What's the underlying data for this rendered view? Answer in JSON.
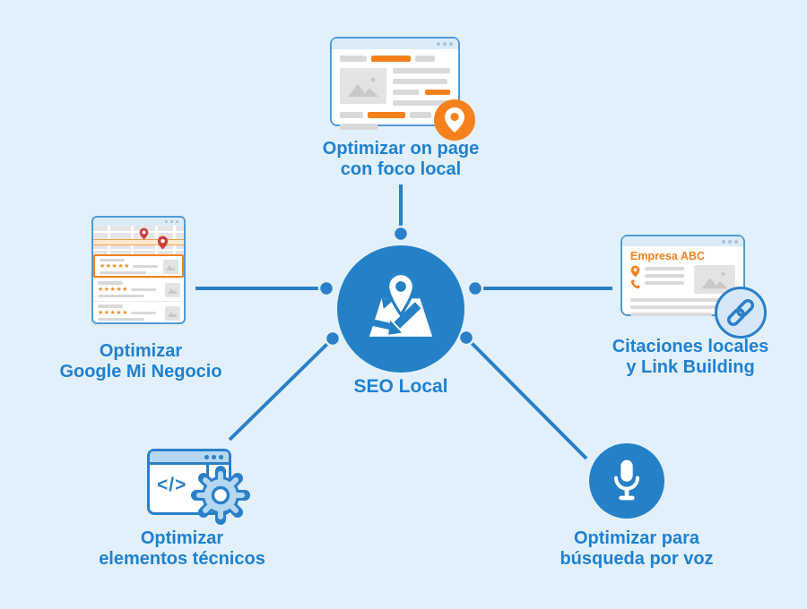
{
  "diagram_title": "SEO Local",
  "colors": {
    "background": "#e2f0fb",
    "primary_blue": "#2b7fc8",
    "hub_blue": "#2481c7",
    "label_blue": "#1f81d2",
    "accent_orange": "#f5811d",
    "pin_red": "#c9413c"
  },
  "center": {
    "label": "SEO Local",
    "icon": "map-with-pin-route-icon"
  },
  "nodes": {
    "on_page": {
      "line1": "Optimizar on page",
      "line2": "con foco local",
      "icon": "webpage-with-location-pin-icon"
    },
    "gmb": {
      "line1": "Optimizar",
      "line2": "Google Mi Negocio",
      "icon": "local-search-results-map-icon",
      "stars": "★★★★★"
    },
    "citations": {
      "line1": "Citaciones locales",
      "line2": "y Link Building",
      "icon": "business-listing-link-icon",
      "page_title": "Empresa ABC"
    },
    "technical": {
      "line1": "Optimizar",
      "line2": "elementos técnicos",
      "icon": "code-window-gear-icon",
      "code_snippet": "</>"
    },
    "voice": {
      "line1": "Optimizar para",
      "line2": "búsqueda por voz",
      "icon": "microphone-icon"
    }
  }
}
